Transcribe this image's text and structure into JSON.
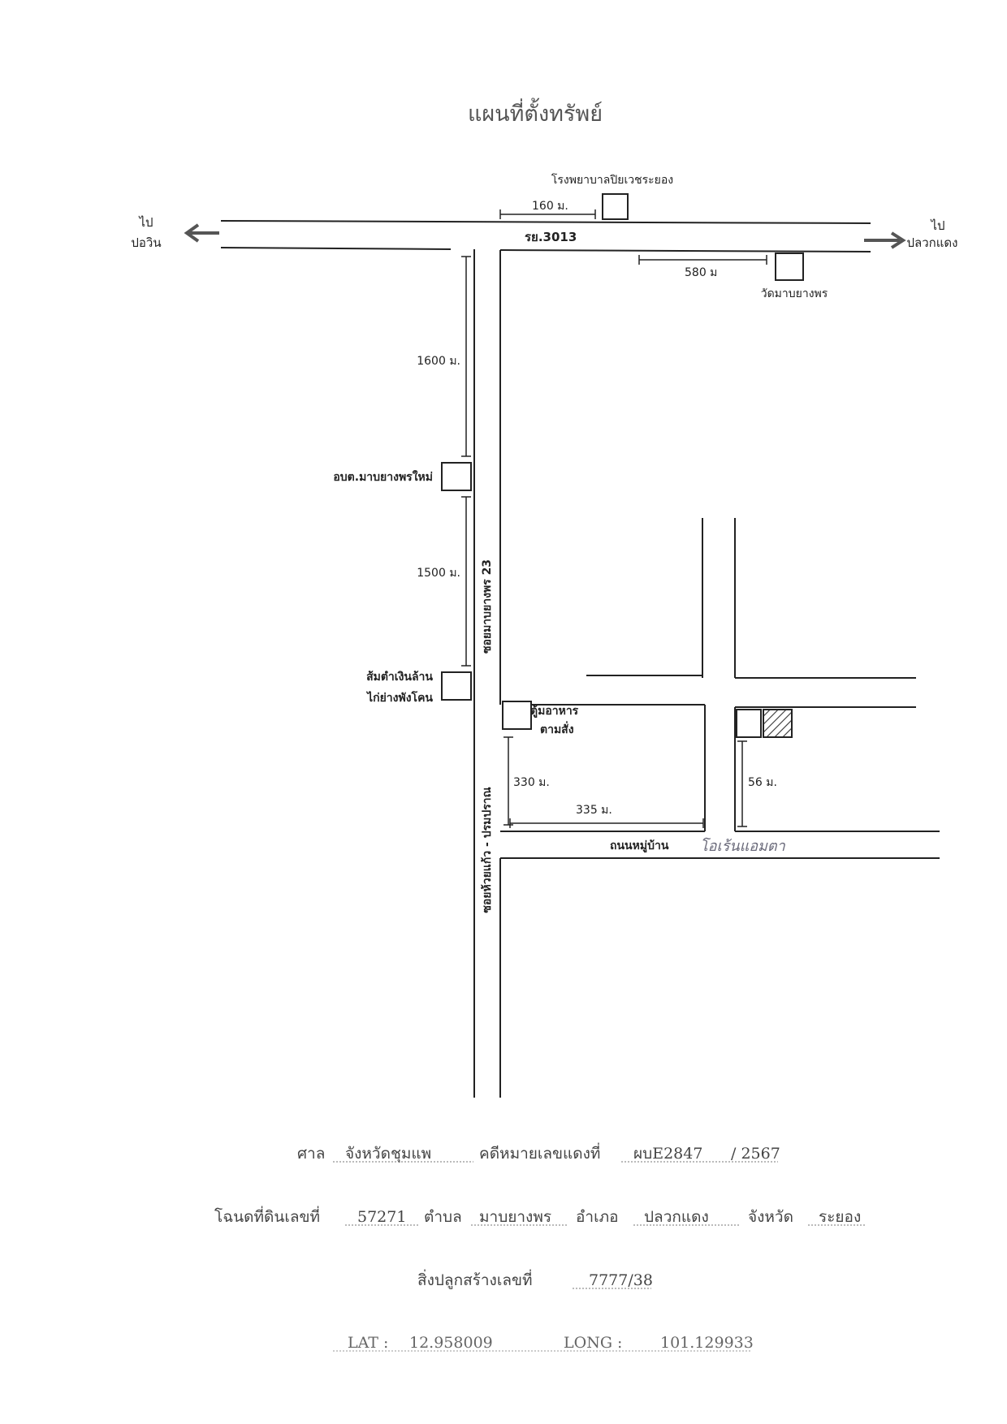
{
  "title": "แผนที่ตั้งทรัพย์",
  "map": {
    "landmarks": {
      "hospital": "โรงพยาบาลปิยเวชระยอง",
      "temple": "วัดมาบยางพร",
      "tao_office": "อบต.มาบยางพรใหม่",
      "restaurant_line1": "ส้มตำเงินล้าน",
      "restaurant_line2": "ไก่ย่างพังโคน",
      "food_cabinet_line1": "ตู้มอาหาร",
      "food_cabinet_line2": "ตามสั่ง"
    },
    "directions": {
      "west_line1": "ไป",
      "west_line2": "ปอวิน",
      "east_line1": "ไป",
      "east_line2": "ปลวกแดง"
    },
    "roads": {
      "main_road": "รย.3013",
      "soi_north": "ซอยมาบยางพร 23",
      "soi_south": "ซอยห้วยแก้ว - ปรมปราณ",
      "village_road": "ถนนหมู่บ้าน",
      "handwritten_note": "โอเร้นแอมตา"
    },
    "distances": {
      "to_hospital": "160 ม.",
      "to_temple": "580 ม",
      "to_tao": "1600 ม.",
      "to_restaurant": "1500 ม.",
      "vertical_330": "330 ม.",
      "horizontal_335": "335 ม.",
      "vertical_56": "56 ม."
    }
  },
  "footer": {
    "court_label": "ศาล",
    "court_value": "จังหวัดชุมแพ",
    "case_label": "คดีหมายเลขแดงที่",
    "case_value": "ผบE2847",
    "case_year": "/ 2567",
    "deed_label": "โฉนดที่ดินเลขที่",
    "deed_value": "57271",
    "subdistrict_label": "ตำบล",
    "subdistrict_value": "มาบยางพร",
    "district_label": "อำเภอ",
    "district_value": "ปลวกแดง",
    "province_label": "จังหวัด",
    "province_value": "ระยอง",
    "building_label": "สิ่งปลูกสร้างเลขที่",
    "building_value": "7777/38",
    "lat_label": "LAT :",
    "lat_value": "12.958009",
    "long_label": "LONG :",
    "long_value": "101.129933"
  },
  "colors": {
    "ink": "#222222",
    "arrow": "#555555",
    "hatch": "#333333",
    "pencil": "#6a6a7a"
  }
}
